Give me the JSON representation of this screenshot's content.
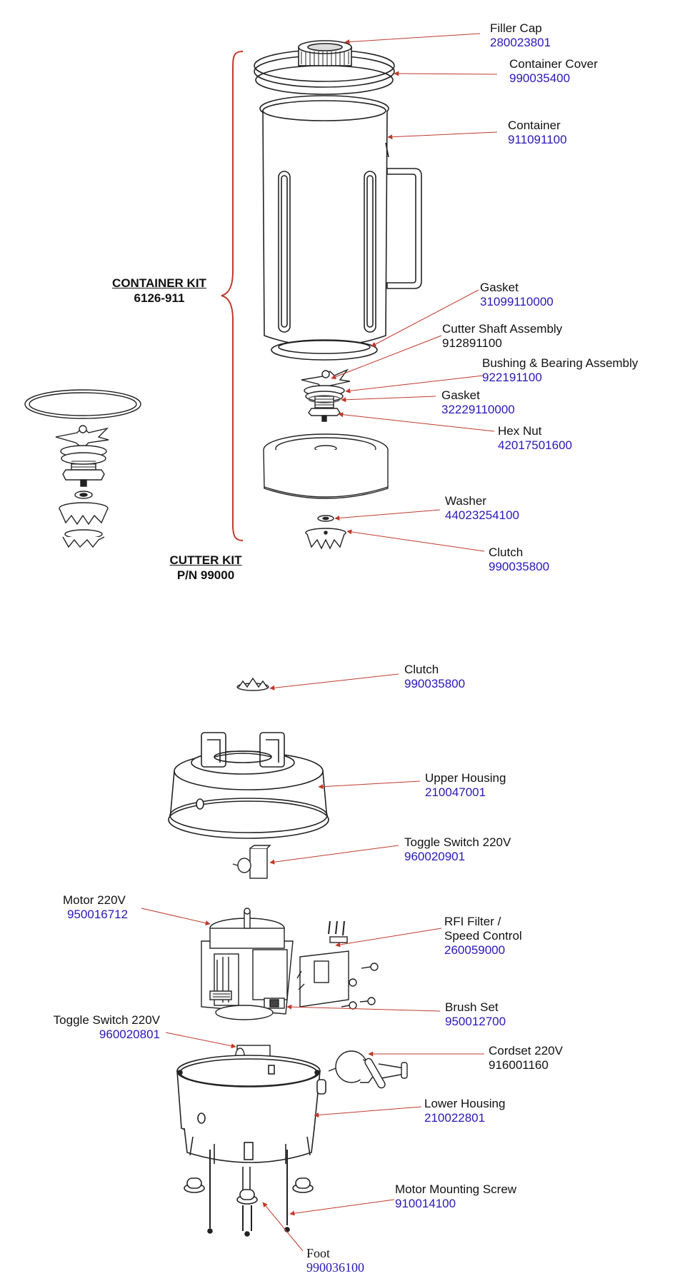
{
  "kits": {
    "container": {
      "title": "CONTAINER KIT",
      "number": "6126-911"
    },
    "cutter": {
      "title": "CUTTER KIT",
      "number": "P/N 99000"
    }
  },
  "callouts": {
    "filler_cap": {
      "name": "Filler Cap",
      "pn": "280023801"
    },
    "container_cover": {
      "name": "Container Cover",
      "pn": "990035400"
    },
    "container": {
      "name": "Container",
      "pn": "911091100"
    },
    "gasket_1": {
      "name": "Gasket",
      "pn": "31099110000"
    },
    "cutter_shaft": {
      "name": "Cutter Shaft Assembly",
      "pn": "912891100"
    },
    "bushing": {
      "name": "Bushing & Bearing Assembly",
      "pn": "922191100"
    },
    "gasket_2": {
      "name": "Gasket",
      "pn": "32229110000"
    },
    "hex_nut": {
      "name": "Hex Nut",
      "pn": "42017501600"
    },
    "washer": {
      "name": "Washer",
      "pn": "44023254100"
    },
    "clutch_1": {
      "name": "Clutch",
      "pn": "990035800"
    },
    "clutch_2": {
      "name": "Clutch",
      "pn": "990035800"
    },
    "upper_housing": {
      "name": "Upper Housing",
      "pn": "210047001"
    },
    "toggle_1": {
      "name": "Toggle Switch 220V",
      "pn": "960020901"
    },
    "motor": {
      "name": "Motor 220V",
      "pn": "950016712"
    },
    "rfi": {
      "name": "RFI Filter /",
      "name2": "Speed Control",
      "pn": "260059000"
    },
    "brush": {
      "name": "Brush Set",
      "pn": "950012700"
    },
    "toggle_2": {
      "name": "Toggle Switch 220V",
      "pn": "960020801"
    },
    "cordset": {
      "name": "Cordset 220V",
      "pn": "916001160"
    },
    "lower_housing": {
      "name": "Lower Housing",
      "pn": "210022801"
    },
    "mount_screw": {
      "name": "Motor Mounting Screw",
      "pn": "910014100"
    },
    "foot": {
      "name": "Foot",
      "pn": "990036100"
    }
  },
  "colors": {
    "leader": "#c0392b",
    "part_number": "#2a17b8",
    "line": "#222222"
  }
}
